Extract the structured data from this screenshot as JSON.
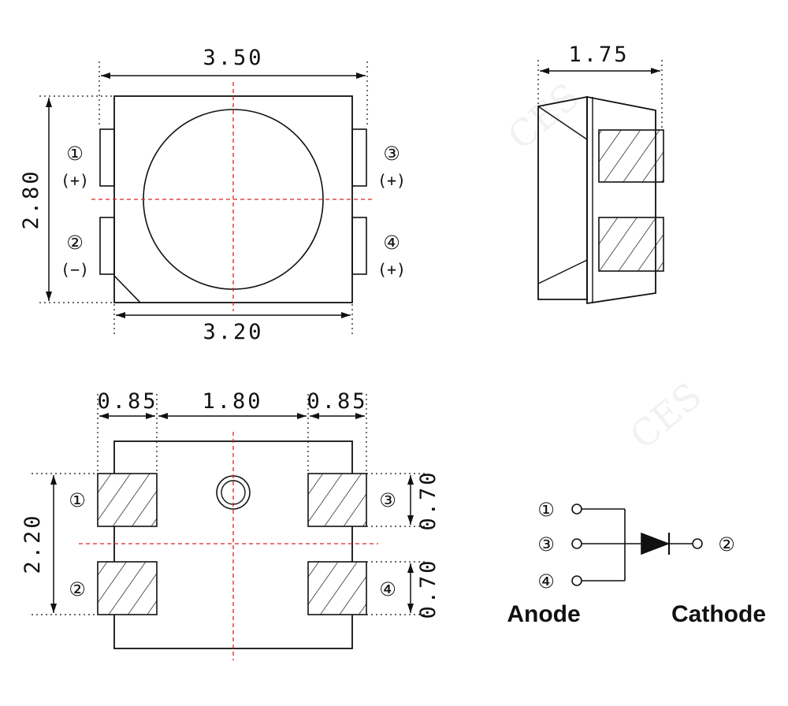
{
  "top_view": {
    "width_outer": "3.50",
    "width_body": "3.20",
    "height": "2.80",
    "pins": {
      "p1": {
        "num": "①",
        "sign": "(+)"
      },
      "p2": {
        "num": "②",
        "sign": "(−)"
      },
      "p3": {
        "num": "③",
        "sign": "(+)"
      },
      "p4": {
        "num": "④",
        "sign": "(+)"
      }
    }
  },
  "side_view": {
    "width": "1.75"
  },
  "bottom_view": {
    "pad_width_left": "0.85",
    "pad_gap": "1.80",
    "pad_width_right": "0.85",
    "height": "2.20",
    "pad_height_upper": "0.70",
    "pad_height_lower": "0.70",
    "pins": {
      "p1": "①",
      "p2": "②",
      "p3": "③",
      "p4": "④"
    }
  },
  "schematic": {
    "anode_pins": [
      "①",
      "③",
      "④"
    ],
    "cathode_pin": "②",
    "anode_label": "Anode",
    "cathode_label": "Cathode"
  },
  "watermark": "CES"
}
